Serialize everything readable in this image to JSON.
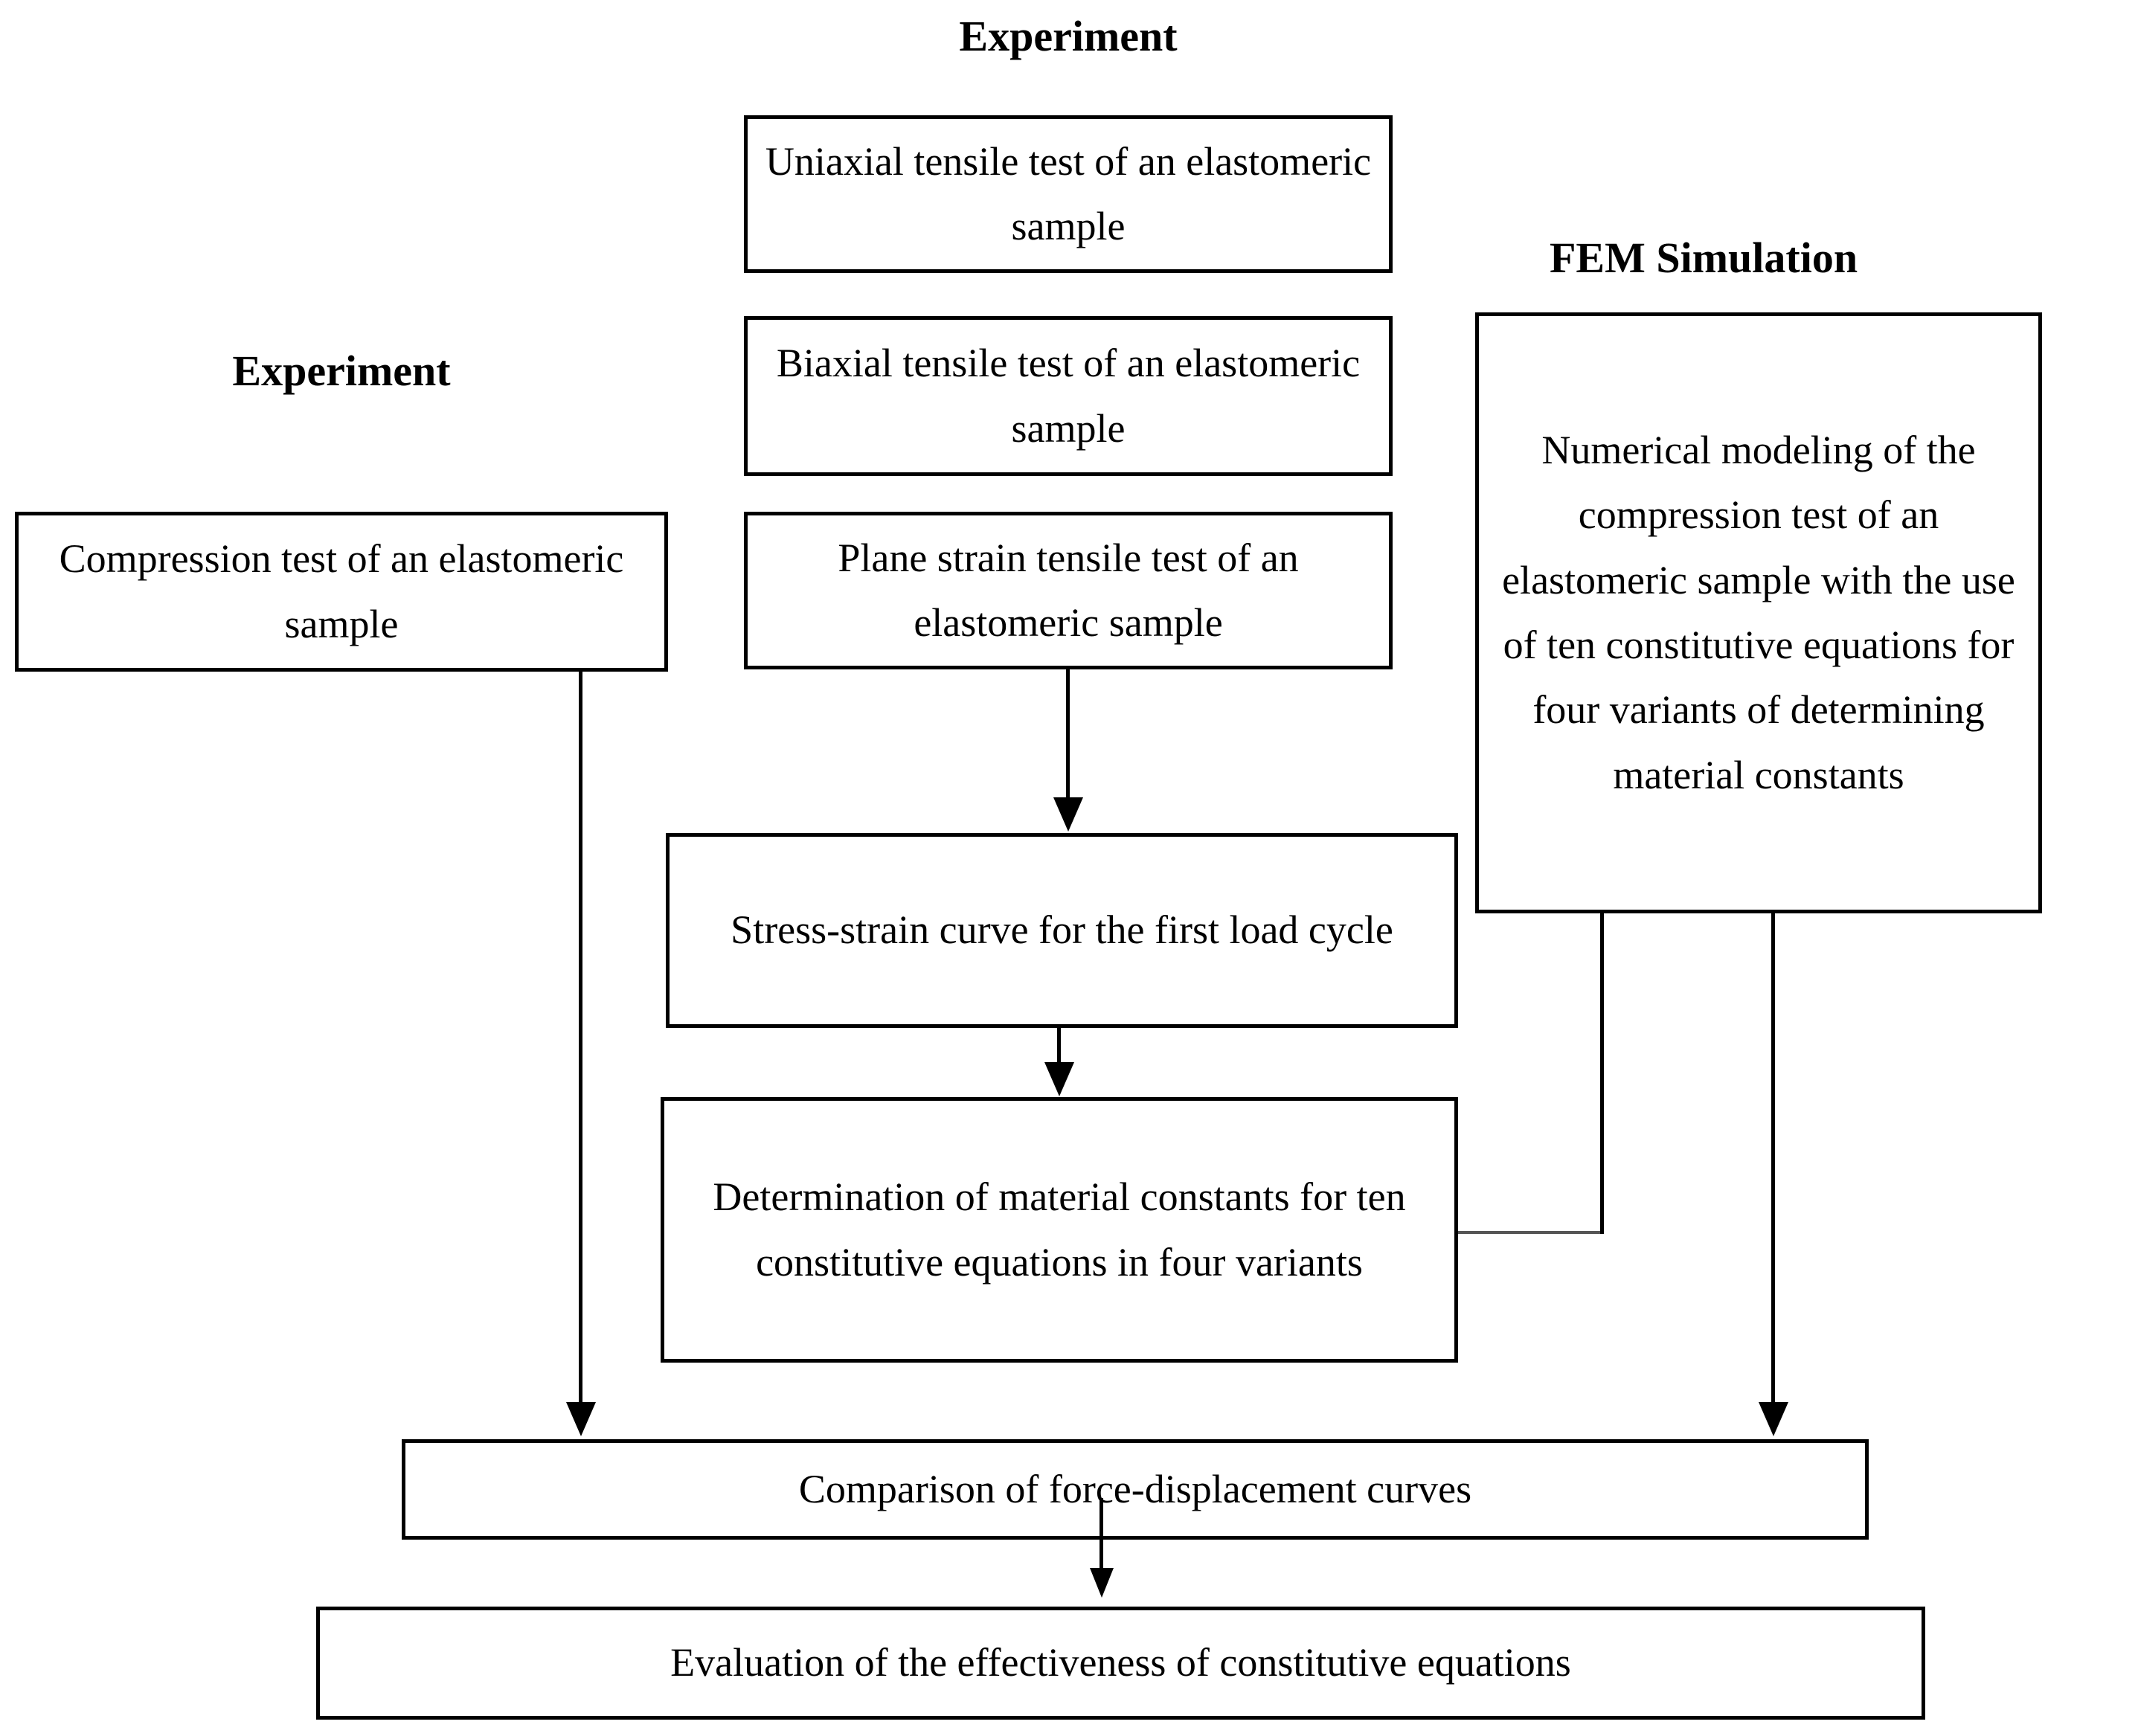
{
  "diagram": {
    "title_left": "Experiment",
    "title_center": "Experiment",
    "title_right": "FEM Simulation",
    "nodes": {
      "uniaxial": "Uniaxial tensile test of an elastomeric sample",
      "biaxial": "Biaxial tensile test of an elastomeric sample",
      "plane_strain": "Plane strain tensile test of an elastomeric sample",
      "compression": "Compression test of an elastomeric sample",
      "fem_model": "Numerical modeling of the compression test of an elastomeric sample with the use of ten constitutive equations for four variants of determining material constants",
      "stress_strain": "Stress-strain curve for the first load cycle",
      "determination": "Determination of material constants for ten constitutive equations in four variants",
      "comparison": "Comparison of force-displacement curves",
      "evaluation": "Evaluation of the effectiveness of constitutive equations"
    },
    "colors": {
      "stroke": "#000000",
      "background": "#ffffff",
      "faint_connector": "#555555"
    }
  }
}
